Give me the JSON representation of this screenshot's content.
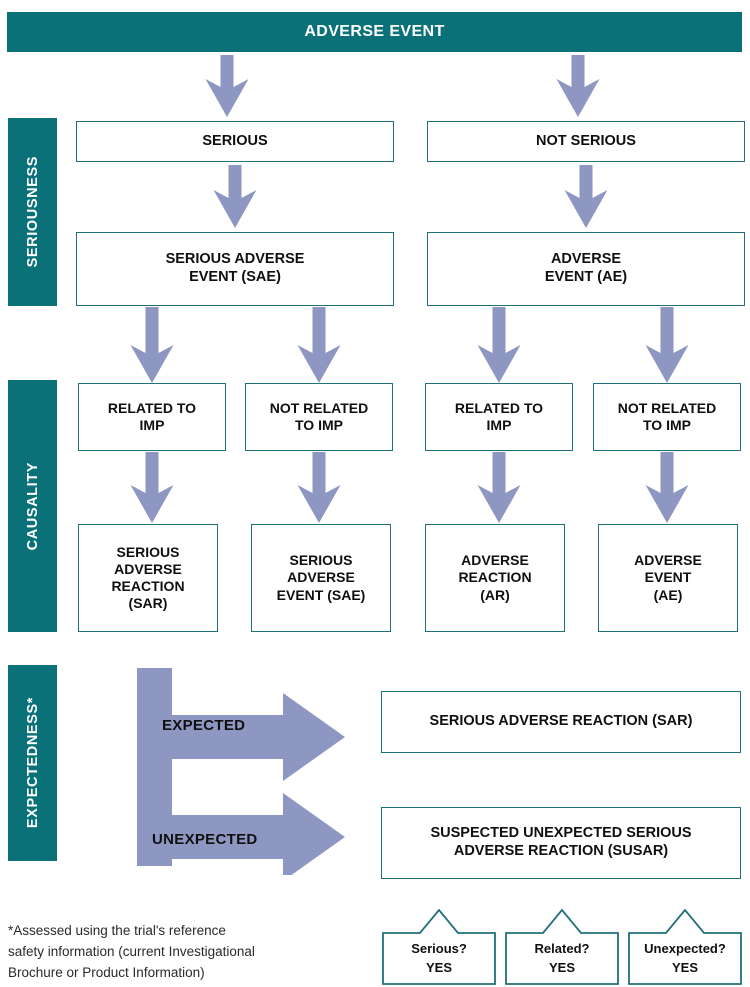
{
  "colors": {
    "teal": "#0a7179",
    "teal_border": "#20707a",
    "arrow_purple": "#8e96c2",
    "text_dark": "#101010",
    "white": "#ffffff"
  },
  "header": {
    "title": "ADVERSE EVENT"
  },
  "sidebar": {
    "bars": [
      {
        "label": "SERIOUSNESS"
      },
      {
        "label": "CAUSALITY"
      },
      {
        "label": "EXPECTEDNESS*"
      }
    ]
  },
  "seriousness_row": {
    "serious": "SERIOUS",
    "not_serious": "NOT SERIOUS",
    "sae_line1": "SERIOUS ADVERSE",
    "sae_line2": "EVENT (SAE)",
    "ae_line1": "ADVERSE",
    "ae_line2": "EVENT (AE)"
  },
  "causality_row": {
    "questions": [
      {
        "line1": "RELATED TO",
        "line2": "IMP"
      },
      {
        "line1": "NOT RELATED",
        "line2": "TO IMP"
      },
      {
        "line1": "RELATED TO",
        "line2": "IMP"
      },
      {
        "line1": "NOT RELATED",
        "line2": "TO IMP"
      }
    ],
    "outcomes": [
      {
        "line1": "SERIOUS",
        "line2": "ADVERSE",
        "line3": "REACTION",
        "line4": "(SAR)"
      },
      {
        "line1": "SERIOUS",
        "line2": "ADVERSE",
        "line3": "EVENT (SAE)",
        "line4": ""
      },
      {
        "line1": "ADVERSE",
        "line2": "REACTION",
        "line3": "(AR)",
        "line4": ""
      },
      {
        "line1": "ADVERSE",
        "line2": "EVENT",
        "line3": "(AE)",
        "line4": ""
      }
    ]
  },
  "expectedness_row": {
    "expected_label": "EXPECTED",
    "unexpected_label": "UNEXPECTED",
    "sar_box": "SERIOUS ADVERSE REACTION (SAR)",
    "susar_line1": "SUSPECTED UNEXPECTED SERIOUS",
    "susar_line2": "ADVERSE REACTION (SUSAR)"
  },
  "callouts": [
    {
      "question": "Serious?",
      "answer": "YES"
    },
    {
      "question": "Related?",
      "answer": "YES"
    },
    {
      "question": "Unexpected?",
      "answer": "YES"
    }
  ],
  "footnote": {
    "line1": "*Assessed using the trial's reference",
    "line2": "safety information (current Investigational",
    "line3": "Brochure or Product Information)"
  }
}
